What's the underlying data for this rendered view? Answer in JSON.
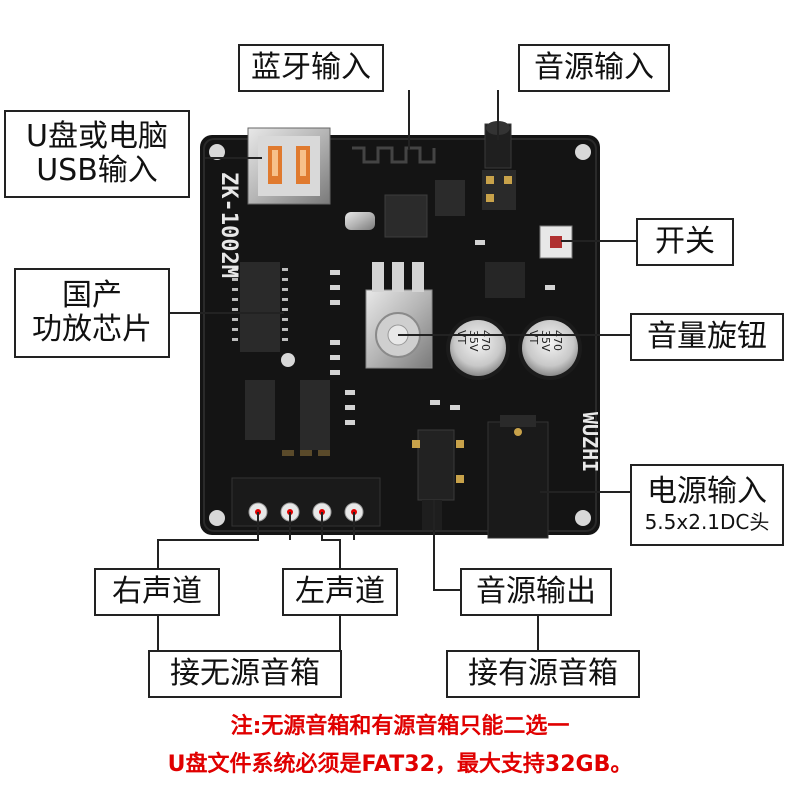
{
  "labels": {
    "bluetooth_input": "蓝牙输入",
    "audio_input": "音源输入",
    "usb_input_line1": "U盘或电脑",
    "usb_input_line2": "USB输入",
    "switch": "开关",
    "amp_chip_line1": "国产",
    "amp_chip_line2": "功放芯片",
    "volume_knob": "音量旋钮",
    "power_input": "电源输入",
    "power_input_spec": "5.5x2.1DC头",
    "right_channel": "右声道",
    "left_channel": "左声道",
    "audio_output": "音源输出",
    "passive_speaker": "接无源音箱",
    "active_speaker": "接有源音箱"
  },
  "board": {
    "model": "ZK-1002M",
    "brand": "WUZHI",
    "capacitor_left": [
      "470",
      "35V",
      "VT"
    ],
    "capacitor_right": [
      "470",
      "35V",
      "VT"
    ]
  },
  "notes": {
    "line1": "注:无源音箱和有源音箱只能二选一",
    "line2": "U盘文件系统必须是FAT32，最大支持32GB。"
  },
  "colors": {
    "note_red": "#e00000",
    "pcb_black": "#141414",
    "leader_line": "#222222"
  }
}
